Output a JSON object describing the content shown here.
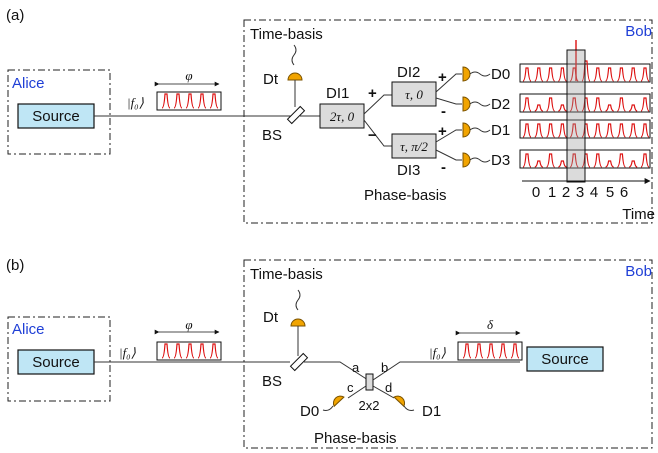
{
  "panel_a": {
    "label": "(a)",
    "alice": {
      "title": "Alice",
      "source": "Source"
    },
    "state": "|f₀⟩",
    "phi": "φ",
    "bob": {
      "title": "Bob",
      "time_basis": "Time-basis",
      "phase_basis": "Phase-basis"
    },
    "bs": "BS",
    "dt": "Dt",
    "di1": {
      "name": "DI1",
      "params": "2τ, 0"
    },
    "di2": {
      "name": "DI2",
      "params": "τ, 0"
    },
    "di3": {
      "name": "DI3",
      "params": "τ, π/2"
    },
    "plus1": "+",
    "minus1": "−",
    "plus2": "+",
    "minus2": "-",
    "plus3": "+",
    "minus3": "-",
    "detectors": [
      "D0",
      "D2",
      "D1",
      "D3"
    ],
    "time_ticks": [
      "0",
      "1",
      "2",
      "3",
      "4",
      "5",
      "6"
    ],
    "time_label": "Time"
  },
  "panel_b": {
    "label": "(b)",
    "alice": {
      "title": "Alice",
      "source": "Source"
    },
    "state_left": "|f₀⟩",
    "phi": "φ",
    "bob": {
      "title": "Bob",
      "time_basis": "Time-basis",
      "phase_basis": "Phase-basis"
    },
    "bs": "BS",
    "dt": "Dt",
    "port_a": "a",
    "port_b": "b",
    "port_c": "c",
    "port_d": "d",
    "coupler": "2x2",
    "d0": "D0",
    "d1": "D1",
    "state_right": "|f₀⟩",
    "delta": "δ",
    "bob_source": "Source"
  },
  "colors": {
    "label_blue": "#1f3fd6",
    "source_fill": "#bfe6f5",
    "pulse_red": "#dd1111",
    "detector": "#f1a400",
    "gray_box": "#dcdcdc"
  }
}
